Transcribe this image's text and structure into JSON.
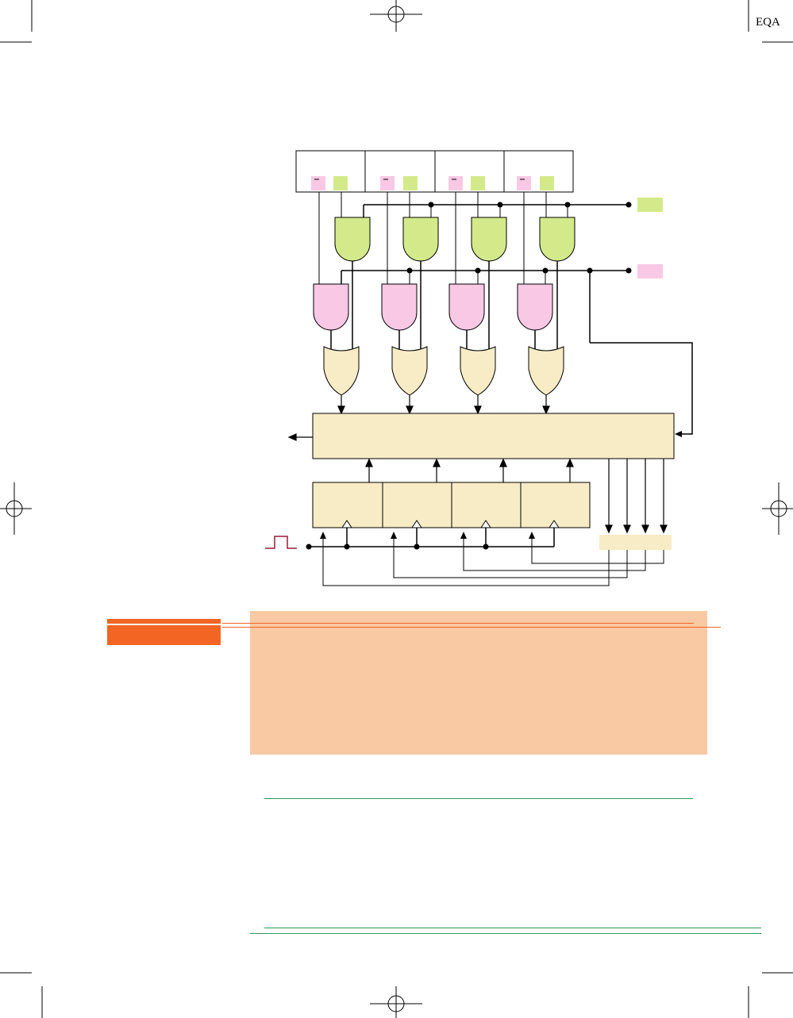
{
  "page": {
    "header_code": "EQA"
  },
  "colors": {
    "pink": "#f9c8e4",
    "green": "#d4e98a",
    "cream": "#f8ecc6",
    "orange": "#f26522",
    "peach": "#f8c9a3",
    "rule_green": "#2e9a5a",
    "clock_red": "#9b1c3a"
  },
  "diagram": {
    "input_register_cells": 4,
    "and_gates_green": 4,
    "and_gates_pink": 4,
    "or_gates": 4,
    "flip_flops": 4
  }
}
